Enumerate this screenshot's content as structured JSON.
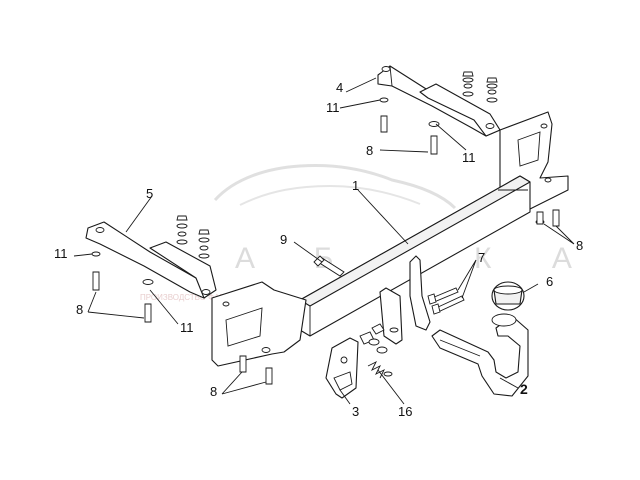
{
  "watermark": {
    "brand_letters": "A Б А К А",
    "tagline": "ПРОИЗВОДСТВО ФАРКОПОВ"
  },
  "callouts": {
    "c1": "1",
    "c2": "2",
    "c3": "3",
    "c4": "4",
    "c5": "5",
    "c6": "6",
    "c7": "7",
    "c8a": "8",
    "c8b": "8",
    "c8c": "8",
    "c8d": "8",
    "c9": "9",
    "c11a": "11",
    "c11b": "11",
    "c11c": "11",
    "c11d": "11",
    "c16": "16"
  },
  "colors": {
    "line": "#1a1a1a",
    "watermark": "#d9d9d9"
  }
}
